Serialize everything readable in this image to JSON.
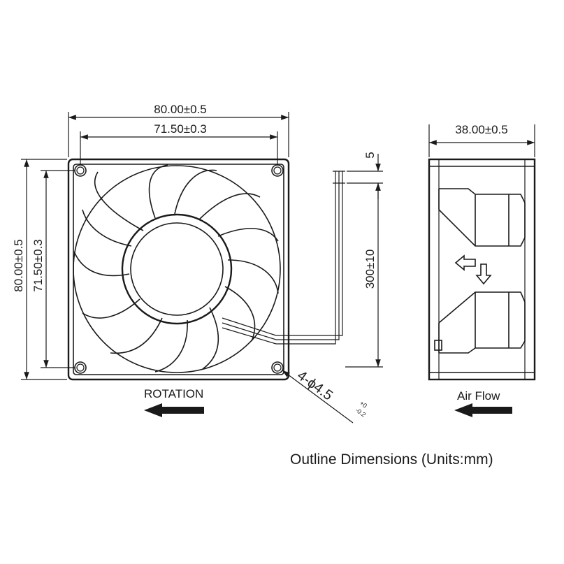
{
  "front_view": {
    "width_outer": "80.00±0.5",
    "width_hole_pitch": "71.50±0.3",
    "height_outer": "80.00±0.5",
    "height_hole_pitch": "71.50±0.3",
    "lead_strip": "5",
    "lead_length": "300±10",
    "mounting_holes": "4-ϕ4.5",
    "hole_tol_upper": "+0",
    "hole_tol_lower": "-0.2",
    "rotation_label": "ROTATION"
  },
  "side_view": {
    "depth": "38.00±0.5",
    "airflow_label": "Air Flow"
  },
  "caption": "Outline Dimensions (Units:mm)"
}
